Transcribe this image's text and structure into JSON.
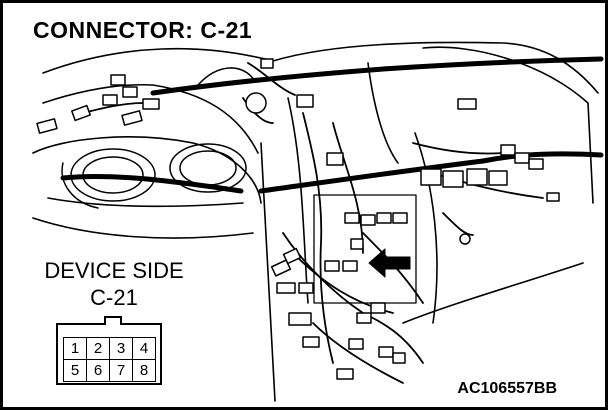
{
  "diagram": {
    "title": "CONNECTOR: C-21",
    "device_side_label": "DEVICE SIDE",
    "connector_label": "C-21",
    "figure_code": "AC106557BB",
    "connector_pins": [
      "1",
      "2",
      "3",
      "4",
      "5",
      "6",
      "7",
      "8"
    ],
    "colors": {
      "ink": "#000000",
      "background": "#ffffff"
    }
  }
}
